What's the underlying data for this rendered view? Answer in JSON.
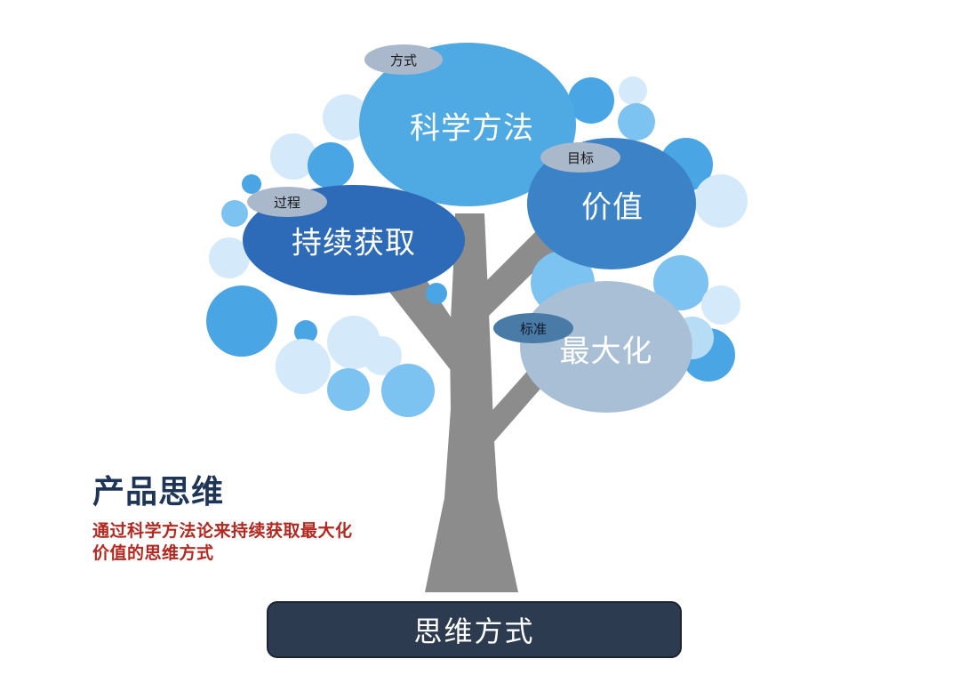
{
  "diagram": {
    "nodes": [
      {
        "id": "method",
        "label": "科学方法",
        "tag": "方式",
        "fill": "#4fa9e3",
        "tag_fill": "#aab8cc"
      },
      {
        "id": "value",
        "label": "价值",
        "tag": "目标",
        "fill": "#3b82c6",
        "tag_fill": "#aab8cc"
      },
      {
        "id": "continuous",
        "label": "持续获取",
        "tag": "过程",
        "fill": "#2d6ab8",
        "tag_fill": "#aab8cc"
      },
      {
        "id": "maximize",
        "label": "最大化",
        "tag": "标准",
        "fill": "#a9bfd6",
        "tag_fill": "#4a7aa6"
      }
    ],
    "base": "思维方式",
    "title": "产品思维",
    "subtitle_lines": [
      "通过科学方法论来持续获取最大化",
      "价值的思维方式"
    ]
  },
  "colors": {
    "trunk": "#8c8c8c",
    "base_box": "#2d3b51",
    "title": "#1f3557",
    "subtitle": "#b4281f",
    "bubble_palette": [
      "#4aa5e4",
      "#7cc3f2",
      "#b7dcf6",
      "#d4e9f9",
      "#2f8fd6"
    ]
  }
}
